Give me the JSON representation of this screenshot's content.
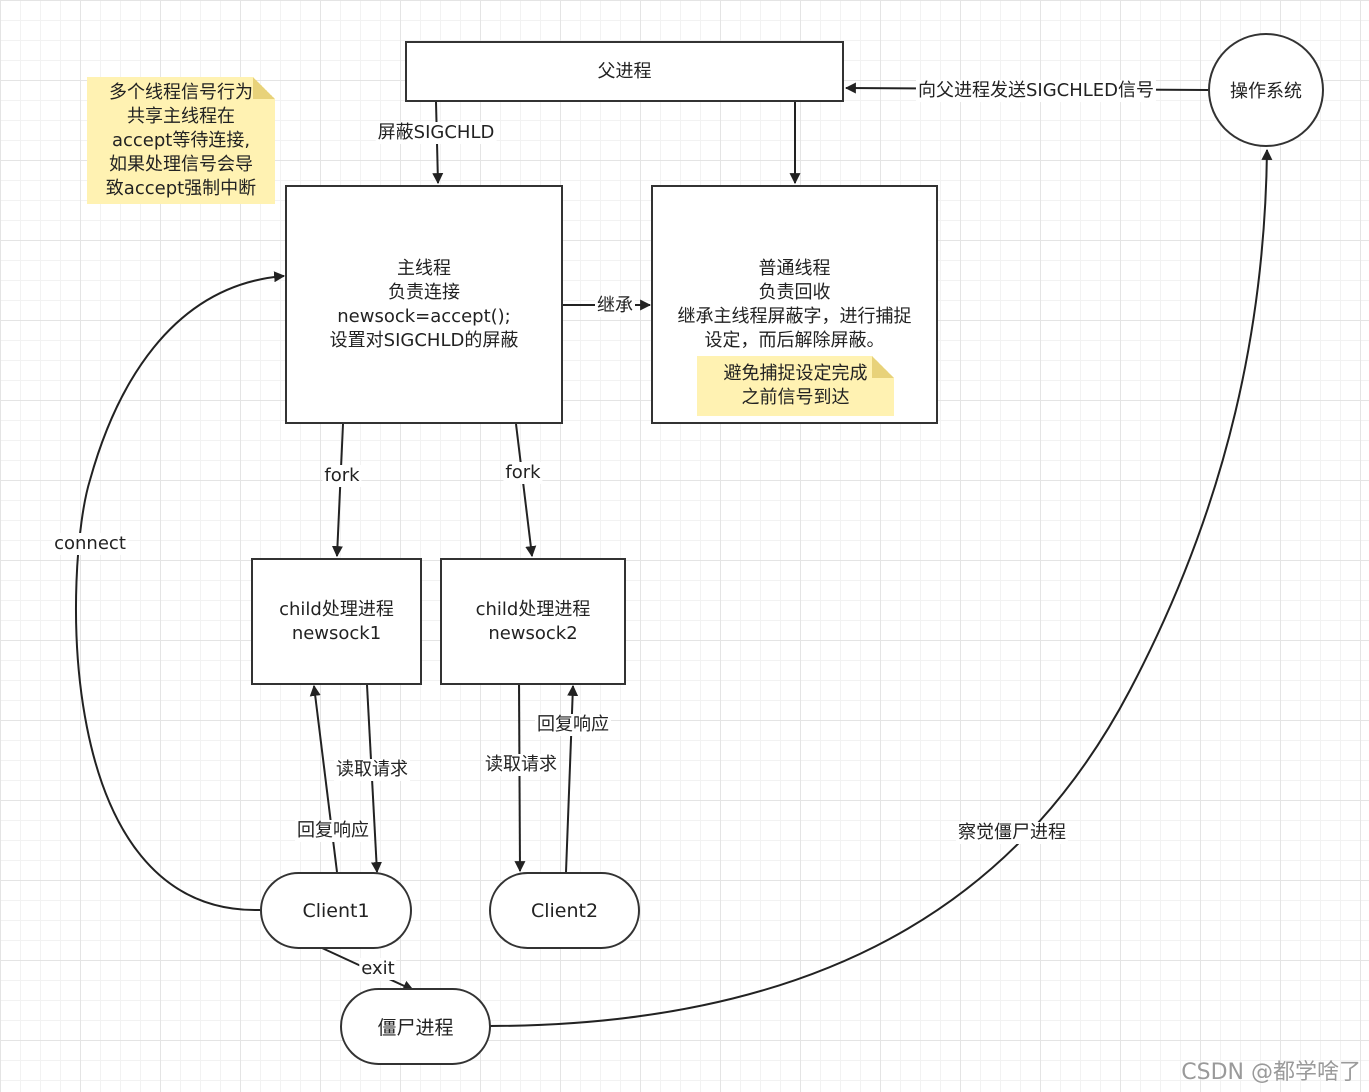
{
  "nodes": {
    "parent": "父进程",
    "os": "操作系统",
    "main_thread": [
      "主线程",
      "负责连接",
      "newsock=accept();",
      "设置对SIGCHLD的屏蔽"
    ],
    "worker_thread": [
      "普通线程",
      "负责回收",
      "继承主线程屏蔽字，进行捕捉",
      "设定，而后解除屏蔽。"
    ],
    "child1": [
      "child处理进程",
      "newsock1"
    ],
    "child2": [
      "child处理进程",
      "newsock2"
    ],
    "client1": "Client1",
    "client2": "Client2",
    "zombie": "僵尸进程"
  },
  "notes": {
    "signal_note": [
      "多个线程信号行为",
      "共享主线程在",
      "accept等待连接,",
      "如果处理信号会导",
      "致accept强制中断"
    ],
    "timing_note": [
      "避免捕捉设定完成",
      "之前信号到达"
    ]
  },
  "edges": {
    "mask": "屏蔽SIGCHLD",
    "send_signal": "向父进程发送SIGCHLED信号",
    "inherit": "继承",
    "fork1": "fork",
    "fork2": "fork",
    "connect": "connect",
    "read1": "读取请求",
    "reply1": "回复响应",
    "read2": "读取请求",
    "reply2": "回复响应",
    "exit": "exit",
    "detect": "察觉僵尸进程"
  },
  "watermark": "CSDN @都学啥了"
}
